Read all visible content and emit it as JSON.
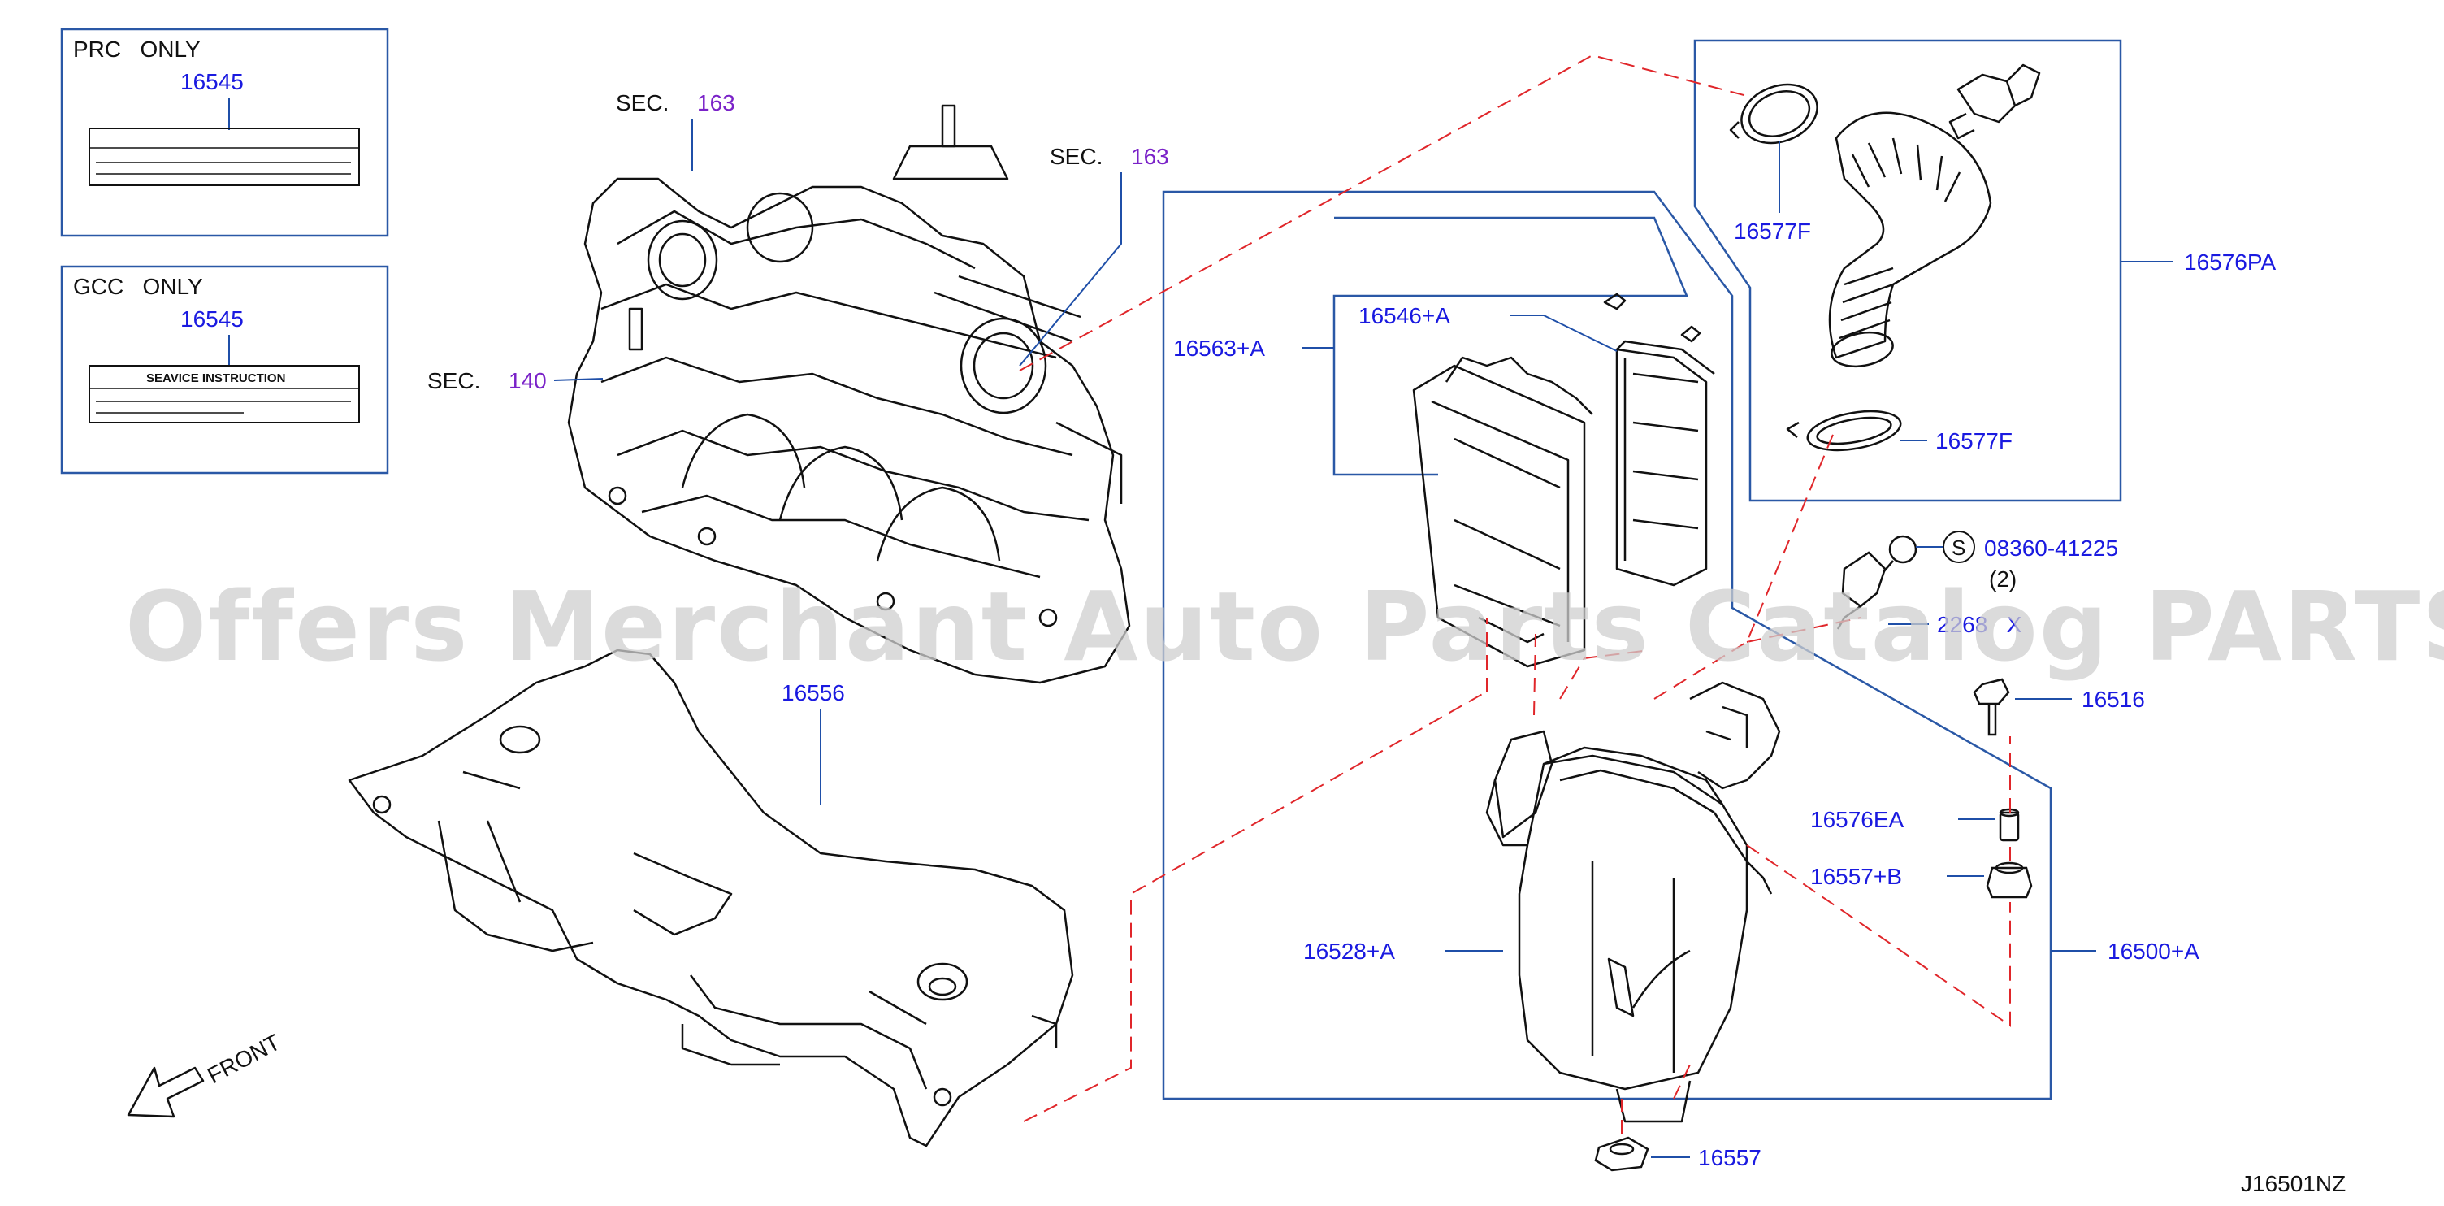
{
  "colors": {
    "part_number": "#1a1ae0",
    "section_number": "#7a22c8",
    "leader": "#1f4fa8",
    "box": "#2a58a6",
    "dashed": "#e0262a",
    "outline": "#111111",
    "watermark": "#cfcfcf"
  },
  "watermark": "Offers Merchant Auto Parts Catalog PARTSTORE.SA",
  "diagram_code": "J16501NZ",
  "front_label": "FRONT",
  "inset_prc": {
    "title": "PRC   ONLY",
    "part": "16545"
  },
  "inset_gcc": {
    "title": "GCC   ONLY",
    "part": "16545",
    "label_text": "SEAVICE INSTRUCTION"
  },
  "sections": [
    {
      "prefix": "SEC.",
      "number": "163"
    },
    {
      "prefix": "SEC.",
      "number": "163"
    },
    {
      "prefix": "SEC.",
      "number": "140"
    }
  ],
  "parts": {
    "p16556": "16556",
    "p16563A": "16563+A",
    "p16546A": "16546+A",
    "p16577F_top": "16577F",
    "p16577F_bottom": "16577F",
    "p16576PA": "16576PA",
    "s_marker": "S",
    "p08360": "08360-41225",
    "qty2": "(2)",
    "p2268X": "2268   X",
    "p16516": "16516",
    "p16576EA": "16576EA",
    "p16557B": "16557+B",
    "p16528A": "16528+A",
    "p16500A": "16500+A",
    "p16557": "16557"
  }
}
